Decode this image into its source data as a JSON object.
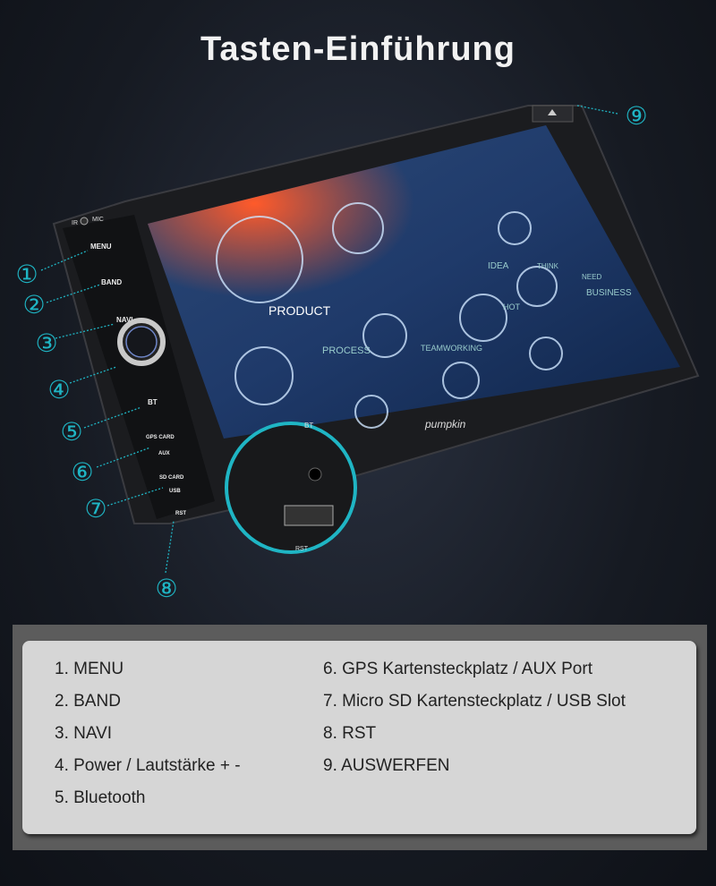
{
  "title": "Tasten-Einführung",
  "device": {
    "buttons": [
      "MENU",
      "BAND",
      "NAVI",
      "BT"
    ],
    "gps_button": [
      "GPS CARD",
      "AUX"
    ],
    "sd_button": [
      "SD CARD",
      "USB"
    ],
    "top_labels": [
      "IR",
      "MIC"
    ],
    "rst_label": "RST",
    "inset_labels": {
      "bt": "BT",
      "rst": "RST"
    },
    "brand": "pumpkin",
    "screen_words": [
      "PRODUCT",
      "PROCESS",
      "TEAMWORKING",
      "BUSINESS",
      "IDEA",
      "THINK",
      "NEED",
      "HOT"
    ]
  },
  "callouts": [
    "①",
    "②",
    "③",
    "④",
    "⑤",
    "⑥",
    "⑦",
    "⑧",
    "⑨"
  ],
  "accent": "#1fb5c4",
  "legend": {
    "left": [
      "1. MENU",
      "2. BAND",
      "3. NAVI",
      "4. Power / Lautstärke + -",
      "5. Bluetooth"
    ],
    "right": [
      "6. GPS Kartensteckplatz / AUX Port",
      "7. Micro SD Kartensteckplatz / USB Slot",
      "8. RST",
      "9. AUSWERFEN"
    ]
  }
}
